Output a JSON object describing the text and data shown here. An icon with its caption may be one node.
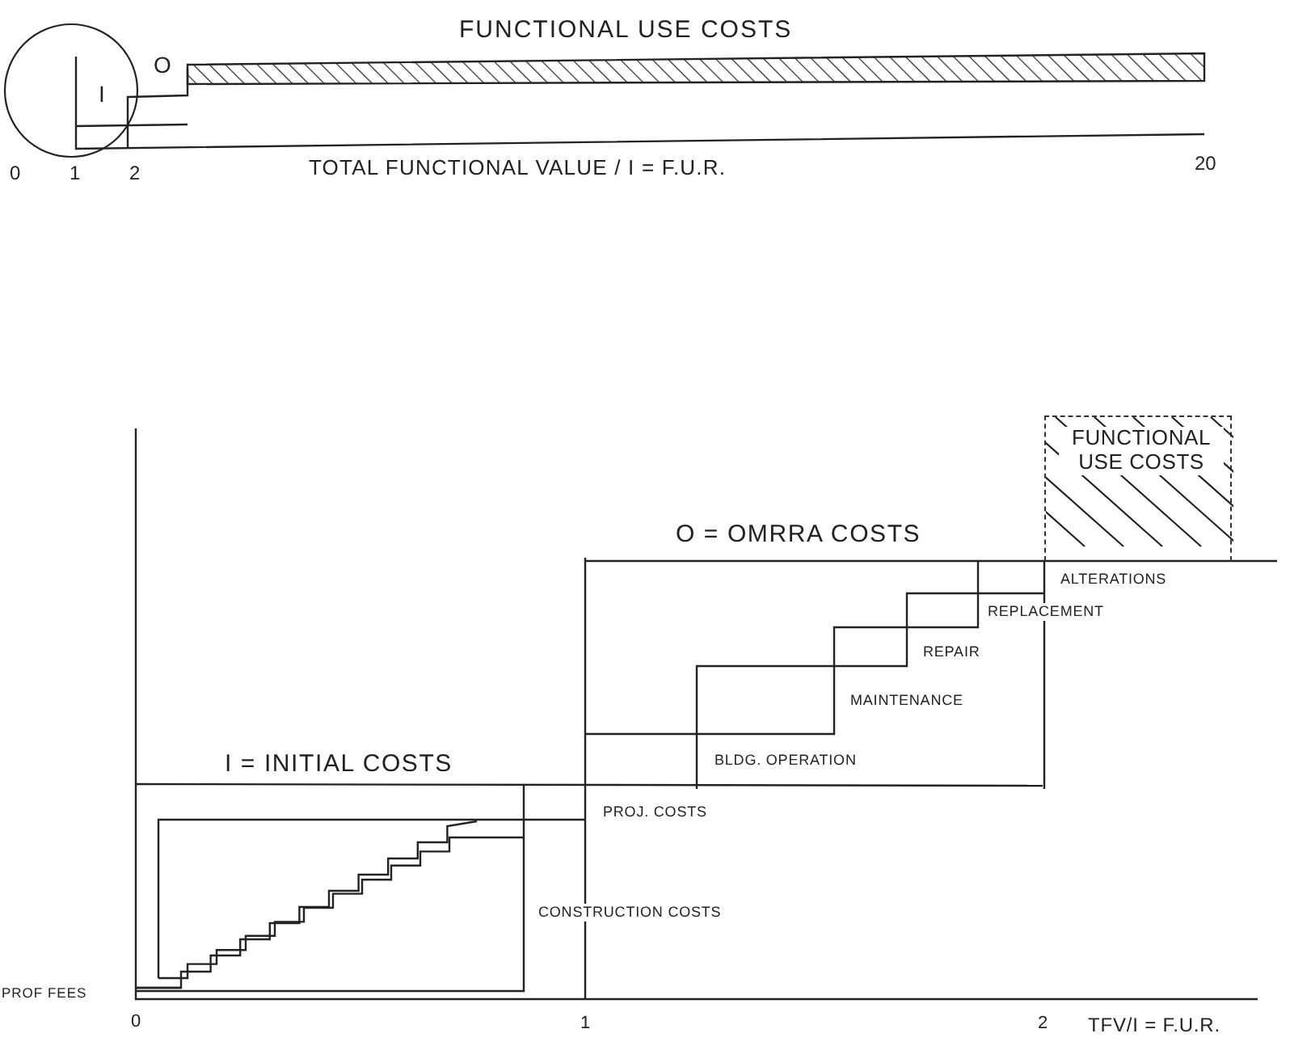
{
  "diagram": {
    "nodes": [
      {
        "text": [
          "FUNCTIONAL USE COSTS"
        ]
      }
    ],
    "labels": [
      "FUNCTIONAL USE COSTS",
      "O",
      "I",
      "0",
      "1",
      "2",
      "TOTAL FUNCTIONAL VALUE / I = F.U.R.",
      "20",
      "O = OMRRA COSTS",
      "ALTERATIONS",
      "REPLACEMENT",
      "REPAIR",
      "MAINTENANCE",
      "I = INITIAL COSTS",
      "BLDG. OPERATION",
      "PROJ. COSTS",
      "CONSTRUCTION COSTS",
      "PROF FEES",
      "0",
      "1",
      "2",
      "TFV/I = F.U.R."
    ]
  }
}
